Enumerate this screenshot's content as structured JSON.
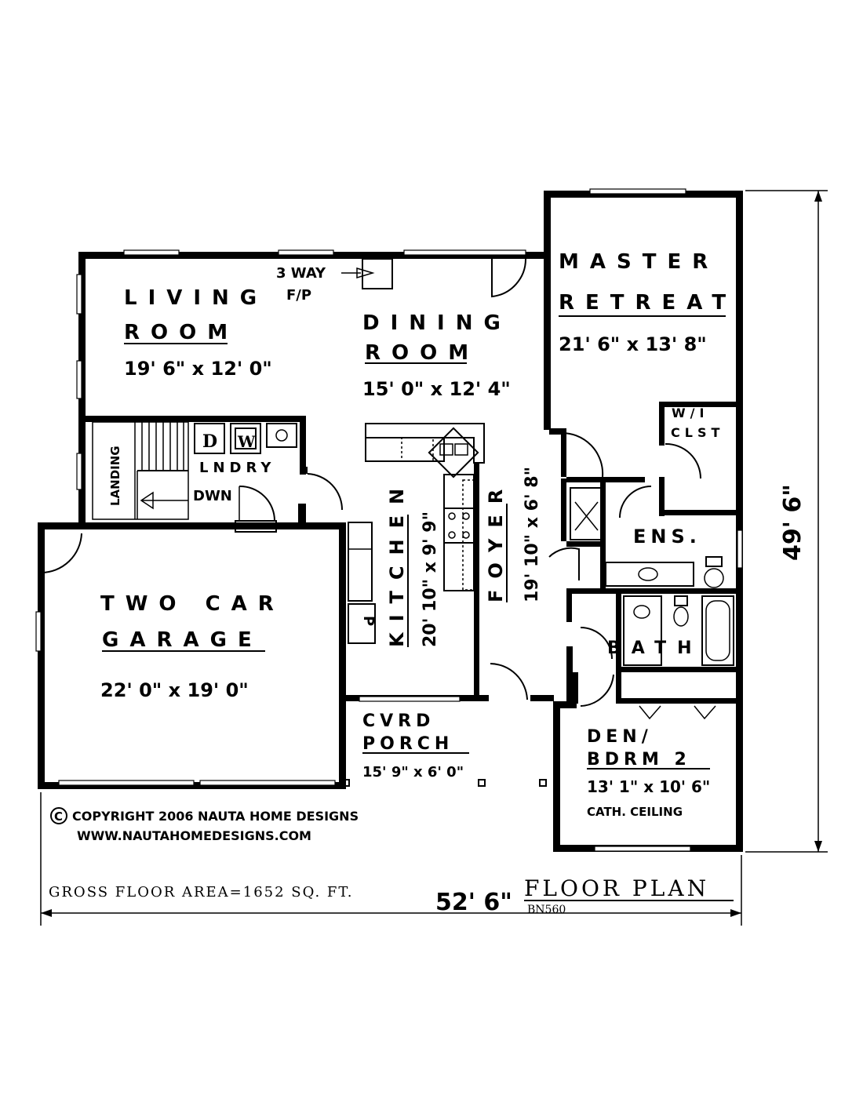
{
  "rooms": {
    "living": {
      "line1": "LIVING",
      "line2": "ROOM",
      "size": "19' 6\" x 12' 0\""
    },
    "dining": {
      "line1": "DINING",
      "line2": "ROOM",
      "size": "15' 0\" x 12' 4\""
    },
    "master": {
      "line1": "MASTER",
      "line2": "RETREAT",
      "size": "21' 6\" x 13' 8\""
    },
    "wic": {
      "line1": "W/I",
      "line2": "CLST"
    },
    "ens": {
      "label": "ENS."
    },
    "bath": {
      "label": "BATH"
    },
    "den": {
      "line1": "DEN/",
      "line2": "BDRM 2",
      "size": "13' 1\" x 10' 6\"",
      "note": "CATH. CEILING"
    },
    "kitchen": {
      "label": "KITCHEN",
      "size": "20' 10\" x 9' 9\""
    },
    "foyer": {
      "label": "FOYER",
      "size": "19' 10\" x 6' 8\""
    },
    "garage": {
      "line1": "TWO CAR",
      "line2": "GARAGE",
      "size": "22' 0\" x 19' 0\""
    },
    "porch": {
      "line1": "CVRD",
      "line2": "PORCH",
      "size": "15' 9\" x 6' 0\""
    },
    "laundry": {
      "label": "LNDRY",
      "dryer": "D",
      "washer": "W"
    },
    "landing": {
      "label": "LANDING"
    },
    "stairs": {
      "label": "DWN"
    },
    "pantry": {
      "label": "P"
    }
  },
  "annotations": {
    "fireplace_line1": "3 WAY",
    "fireplace_line2": "F/P"
  },
  "dimensions": {
    "overall_width": "52' 6\"",
    "overall_depth": "49' 6\""
  },
  "footer": {
    "copyright": "COPYRIGHT 2006 NAUTA HOME DESIGNS",
    "copyright_symbol": "C",
    "website": "WWW.NAUTAHOMEDESIGNS.COM",
    "gross_area": "GROSS FLOOR AREA=1652 SQ. FT.",
    "title": "FLOOR PLAN",
    "plan_code": "BN560"
  }
}
